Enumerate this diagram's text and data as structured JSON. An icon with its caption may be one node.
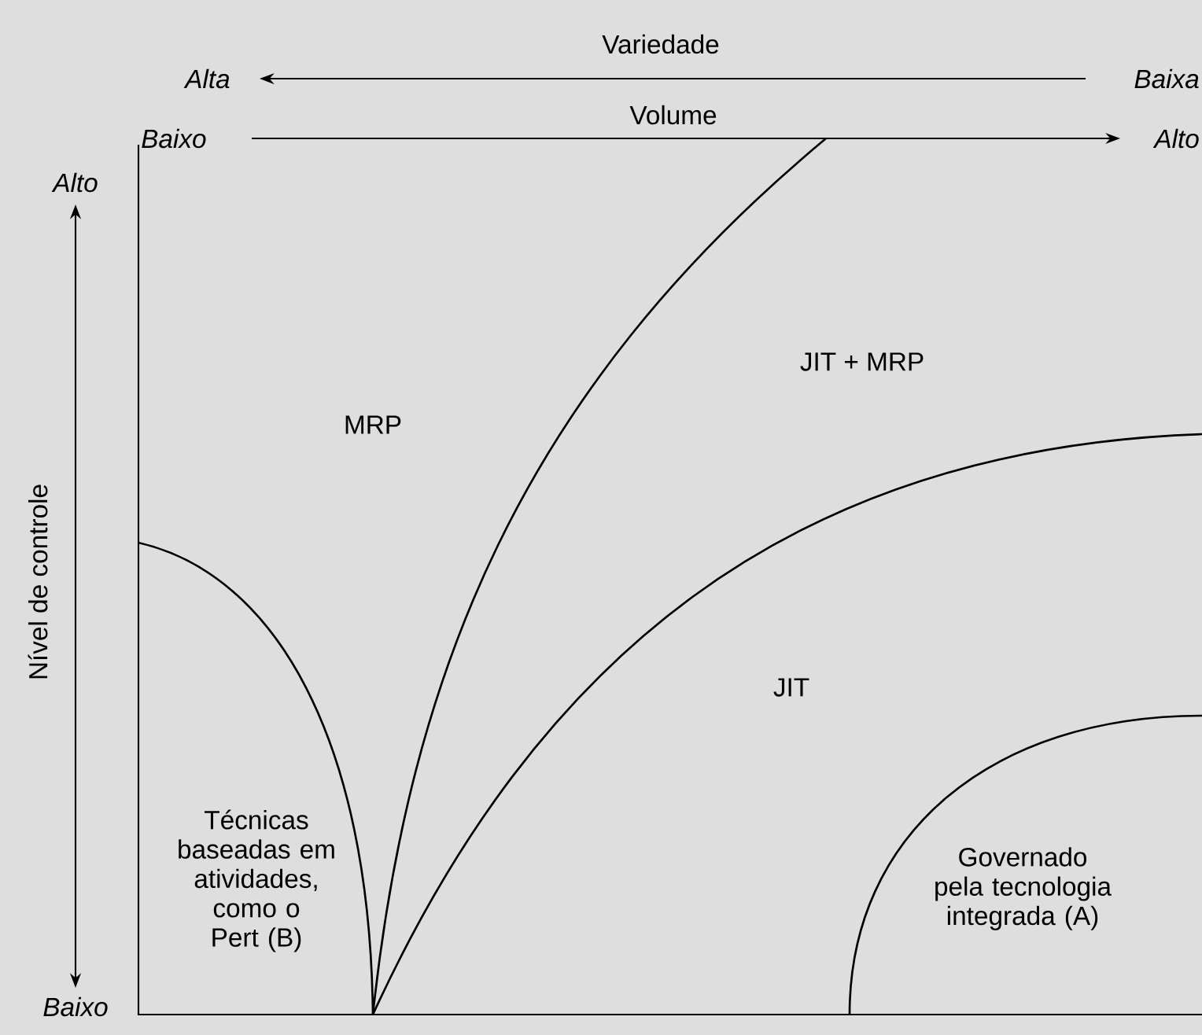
{
  "diagram": {
    "labels": [
      "Variedade",
      "Alta",
      "Baixa",
      "Volume",
      "Baixo",
      "Alto",
      "Alto",
      "MRP",
      "JIT + MRP",
      "Nível de controle",
      "JIT",
      "Técnicas baseadas em atividades, como o Pert (B)",
      "Governado pela tecnologia integrada (A)",
      "Baixo"
    ]
  }
}
